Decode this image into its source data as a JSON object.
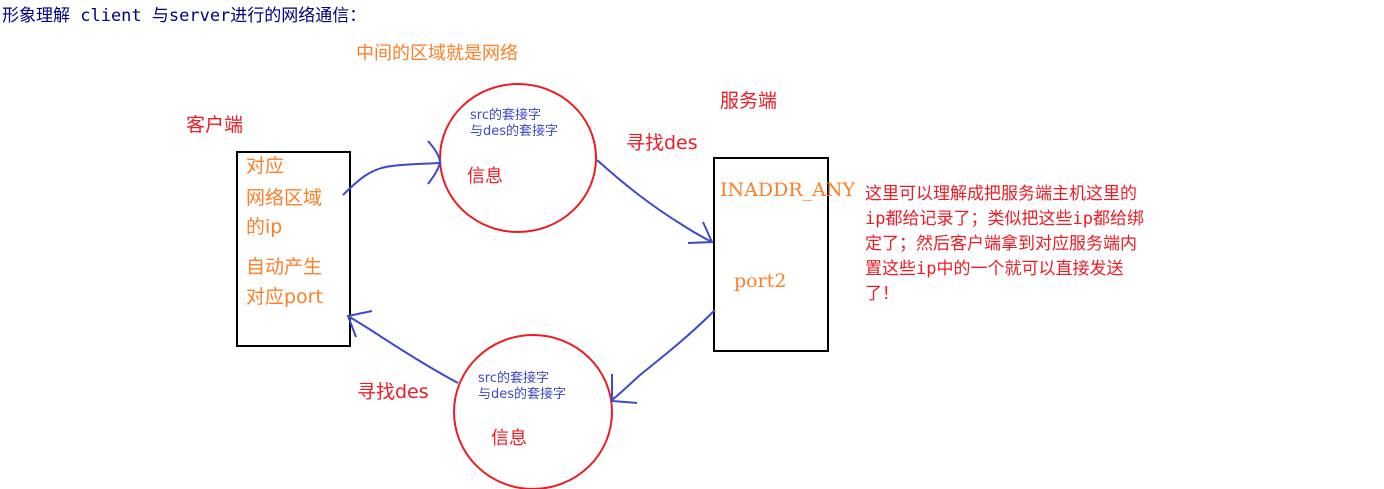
{
  "title": "形象理解 client 与server进行的网络通信：",
  "network_label": "中间的区域就是网络",
  "client": {
    "heading": "客户端",
    "lines": [
      "对应",
      "网络区域",
      "的ip",
      "自动产生",
      "对应port"
    ]
  },
  "server": {
    "heading": "服务端",
    "addr": "INADDR_ANY",
    "port": "port2"
  },
  "top_packet": {
    "socket_lines": [
      "src的套接字",
      "与des的套接字"
    ],
    "info": "信息"
  },
  "bottom_packet": {
    "socket_lines": [
      "src的套接字",
      "与des的套接字"
    ],
    "info": "信息"
  },
  "find_top": "寻找des",
  "find_bottom": "寻找des",
  "note_lines": [
    "这里可以理解成把服务端主机这里的",
    "ip都给记录了；类似把这些ip都给绑",
    "定了；然后客户端拿到对应服务端内",
    "置这些ip中的一个就可以直接发送",
    "了！"
  ],
  "colors": {
    "title": "#000080",
    "orange": "#ff7f27",
    "red": "#ed1c24",
    "blue": "#3f48cc",
    "box_border": "#000000"
  }
}
